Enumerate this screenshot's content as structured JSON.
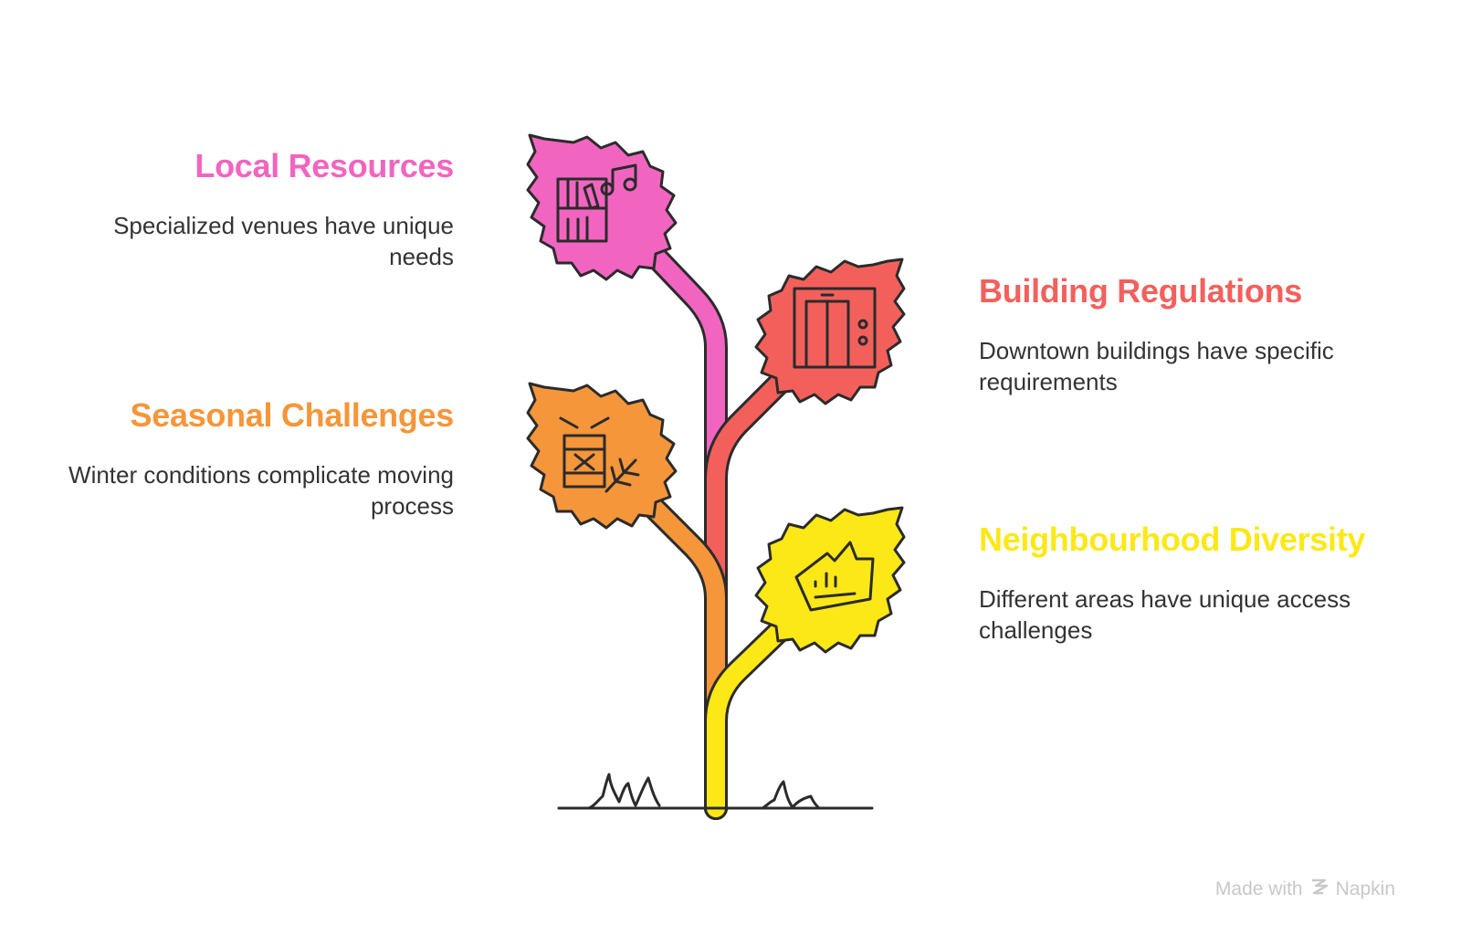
{
  "items": [
    {
      "title": "Local Resources",
      "description": "Specialized venues have unique needs",
      "color": "#f165c0",
      "icon": "library-music-icon"
    },
    {
      "title": "Building Regulations",
      "description": "Downtown buildings have specific requirements",
      "color": "#f3605c",
      "icon": "elevator-icon"
    },
    {
      "title": "Seasonal Challenges",
      "description": "Winter conditions complicate moving process",
      "color": "#f5963a",
      "icon": "winter-drum-icon"
    },
    {
      "title": "Neighbourhood Diversity",
      "description": "Different areas have unique access challenges",
      "color": "#fce816",
      "icon": "neighbourhood-chart-icon"
    }
  ],
  "watermark": {
    "prefix": "Made with",
    "brand": "Napkin",
    "icon": "napkin-logo-icon"
  },
  "colors": {
    "outline": "#2b2b2b",
    "text": "#333333",
    "watermark": "#c8c8c8"
  }
}
